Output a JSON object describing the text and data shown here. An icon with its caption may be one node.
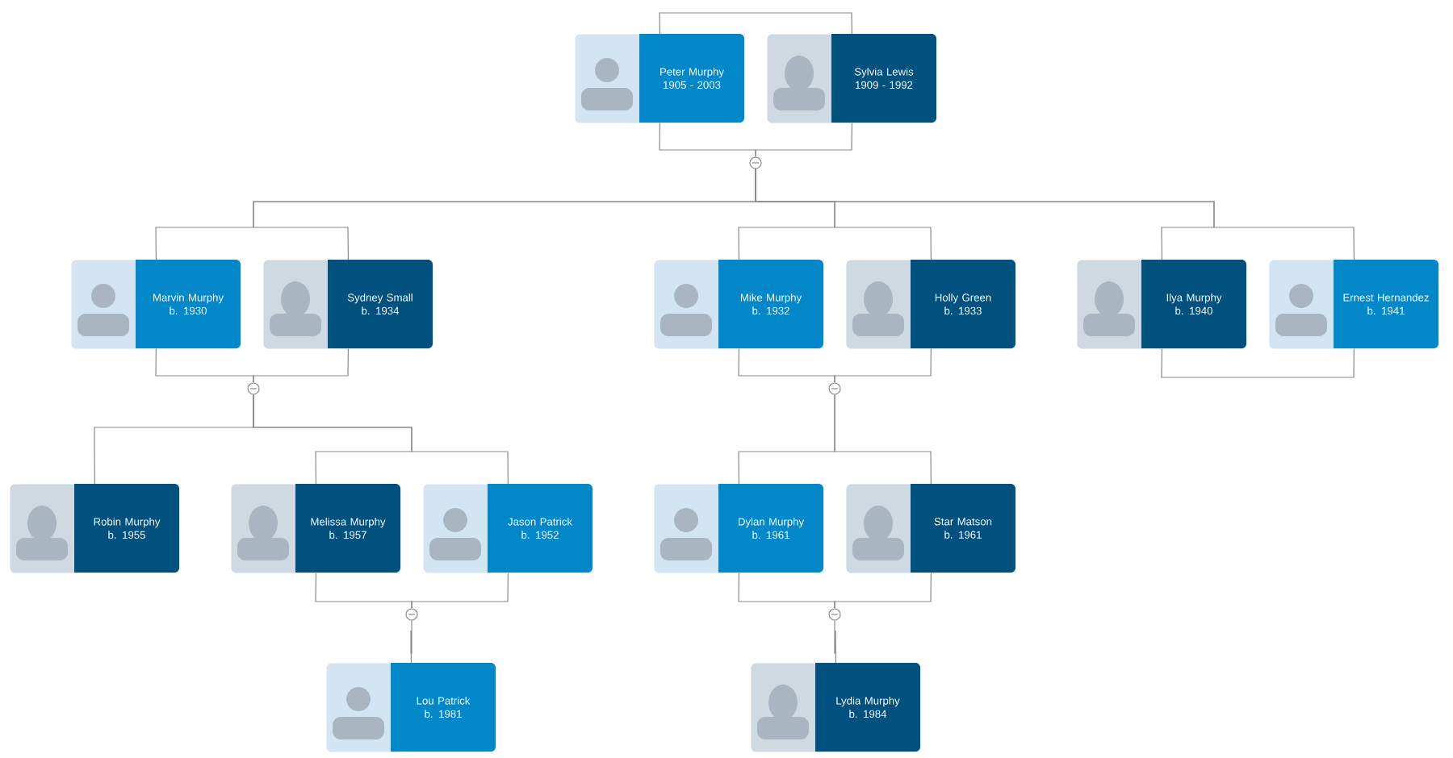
{
  "diagram": {
    "nodes": [
      {
        "text": [
          "Peter Murphy",
          "1905 - 2003"
        ]
      },
      {
        "text": [
          "Sylvia Lewis",
          "1909 - 1992"
        ]
      },
      {
        "text": [],
        "shape": "circle"
      },
      {
        "text": [
          "Marvin Murphy",
          "b. 1930"
        ]
      },
      {
        "text": [
          "Sydney Small",
          "b. 1934"
        ]
      },
      {
        "text": [
          "Mike Murphy",
          "b. 1932"
        ]
      },
      {
        "text": [
          "Holly Green",
          "b. 1933"
        ]
      },
      {
        "text": [
          "Ilya Murphy",
          "b. 1940"
        ]
      },
      {
        "text": [
          "Ernest Hernandez",
          "b. 1941"
        ]
      },
      {
        "text": [],
        "shape": "circle"
      },
      {
        "text": [],
        "shape": "circle"
      },
      {
        "text": [
          "Robin Murphy",
          "b. 1955"
        ]
      },
      {
        "text": [
          "Melissa Murphy",
          "b. 1957"
        ]
      },
      {
        "text": [
          "Jason Patrick",
          "b. 1952"
        ]
      },
      {
        "text": [
          "Dylan Murphy",
          "b. 1961"
        ]
      },
      {
        "text": [
          "Star Matson",
          "b. 1961"
        ]
      },
      {
        "text": [],
        "shape": "circle"
      },
      {
        "text": [],
        "shape": "circle"
      },
      {
        "text": [
          "Lou Patrick",
          "b. 1981"
        ]
      },
      {
        "text": [
          "Lydia Murphy",
          "b. 1984"
        ]
      }
    ],
    "edges": [
      {
        "from": 0,
        "to": 1,
        "arrow": "none"
      },
      {
        "from": 0,
        "to": 2,
        "arrow": "none"
      },
      {
        "from": 1,
        "to": 2,
        "arrow": "none"
      },
      {
        "from": 2,
        "to": 3,
        "arrow": "none"
      },
      {
        "from": 2,
        "to": 4,
        "arrow": "none"
      },
      {
        "from": 2,
        "to": 5,
        "arrow": "none"
      },
      {
        "from": 2,
        "to": 6,
        "arrow": "none"
      },
      {
        "from": 2,
        "to": 7,
        "arrow": "none"
      },
      {
        "from": 2,
        "to": 8,
        "arrow": "none"
      },
      {
        "from": 3,
        "to": 9,
        "arrow": "none"
      },
      {
        "from": 4,
        "to": 9,
        "arrow": "none"
      },
      {
        "from": 5,
        "to": 10,
        "arrow": "none"
      },
      {
        "from": 6,
        "to": 10,
        "arrow": "none"
      },
      {
        "from": 7,
        "to": 8,
        "arrow": "none"
      },
      {
        "from": 9,
        "to": 11,
        "arrow": "none"
      },
      {
        "from": 9,
        "to": 12,
        "arrow": "none"
      },
      {
        "from": 9,
        "to": 13,
        "arrow": "none"
      },
      {
        "from": 10,
        "to": 14,
        "arrow": "none"
      },
      {
        "from": 10,
        "to": 15,
        "arrow": "none"
      },
      {
        "from": 12,
        "to": 16,
        "arrow": "none"
      },
      {
        "from": 13,
        "to": 16,
        "arrow": "none"
      },
      {
        "from": 14,
        "to": 17,
        "arrow": "none"
      },
      {
        "from": 15,
        "to": 17,
        "arrow": "none"
      },
      {
        "from": 16,
        "to": 18,
        "arrow": "none"
      },
      {
        "from": 17,
        "to": 19,
        "arrow": "none"
      }
    ]
  }
}
